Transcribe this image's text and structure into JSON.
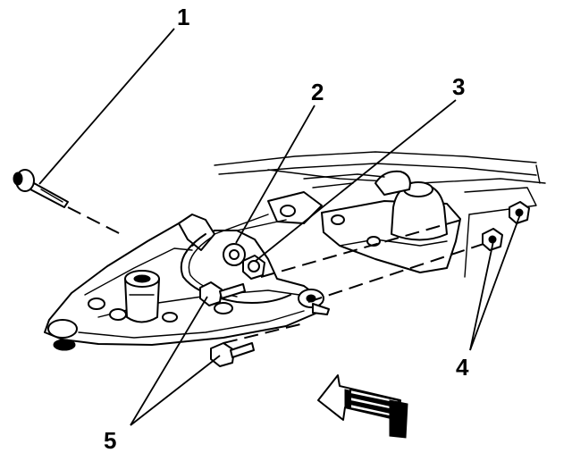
{
  "callouts": [
    {
      "id": "1",
      "label": "1"
    },
    {
      "id": "2",
      "label": "2"
    },
    {
      "id": "3",
      "label": "3"
    },
    {
      "id": "4",
      "label": "4"
    },
    {
      "id": "5",
      "label": "5"
    }
  ],
  "colors": {
    "ink": "#000000",
    "paper": "#ffffff"
  },
  "icons": [
    "direction-arrow-icon"
  ]
}
